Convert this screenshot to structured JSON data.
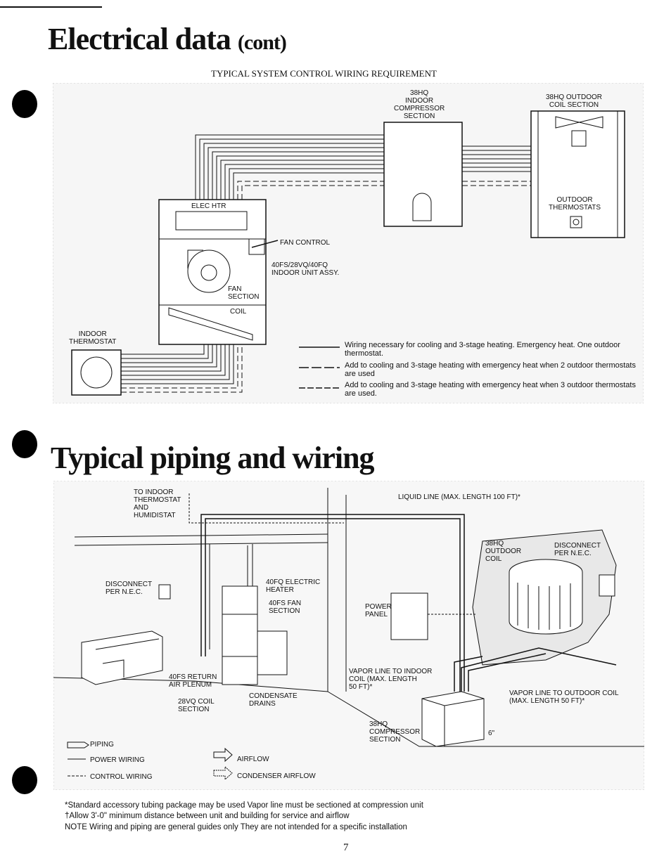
{
  "page": {
    "section1_title": "Electrical data",
    "section1_title_suffix": "(cont)",
    "section1_subtitle": "TYPICAL SYSTEM CONTROL WIRING REQUIREMENT",
    "section2_title": "Typical piping and wiring",
    "page_number": "7"
  },
  "wiring_diagram": {
    "compressor_label": "38HQ\nINDOOR\nCOMPRESSOR\nSECTION",
    "outdoor_coil_label": "38HQ OUTDOOR\nCOIL SECTION",
    "outdoor_thermostats": "OUTDOOR\nTHERMOSTATS",
    "elec_htr": "ELEC HTR",
    "fan_control": "FAN CONTROL",
    "indoor_unit": "40FS/28VQ/40FQ\nINDOOR UNIT ASSY.",
    "fan_section": "FAN\nSECTION",
    "coil": "COIL",
    "indoor_thermostat": "INDOOR\nTHERMOSTAT",
    "legend": [
      "Wiring necessary for cooling and 3-stage heating. Emergency heat. One outdoor thermostat.",
      "Add to cooling and 3-stage heating with emergency heat when 2 outdoor thermostats are used",
      "Add to cooling and 3-stage heating with emergency heat when 3 outdoor thermostats are used."
    ]
  },
  "piping_diagram": {
    "to_indoor": "TO INDOOR\nTHERMOSTAT\nAND\nHUMIDISTAT",
    "liquid_line": "LIQUID LINE (MAX. LENGTH 100 FT)*",
    "outdoor_coil": "38HQ\nOUTDOOR\nCOIL",
    "disconnect_right": "DISCONNECT\nPER N.E.C.",
    "disconnect_left": "DISCONNECT\nPER N.E.C.",
    "electric_heater": "40FQ ELECTRIC\nHEATER",
    "fan_section": "40FS FAN\nSECTION",
    "power_panel": "POWER\nPANEL",
    "return_plenum": "40FS RETURN\nAIR PLENUM",
    "coil_section": "28VQ COIL\nSECTION",
    "condensate": "CONDENSATE\nDRAINS",
    "vapor_indoor": "VAPOR LINE TO INDOOR\nCOIL (MAX. LENGTH\n50 FT)*",
    "vapor_outdoor": "VAPOR LINE TO OUTDOOR COIL\n(MAX. LENGTH 50 FT)*",
    "compressor": "38HQ\nCOMPRESSOR\nSECTION",
    "dimension": "6\"",
    "legend_piping": "PIPING",
    "legend_power": "POWER WIRING",
    "legend_control": "CONTROL WIRING",
    "legend_airflow": "AIRFLOW",
    "legend_condenser": "CONDENSER AIRFLOW"
  },
  "footnotes": {
    "line1": "*Standard accessory tubing package may be used  Vapor line must be sectioned at compression unit",
    "line2": "†Allow 3'-0\" minimum distance between unit and building for service and airflow",
    "line3": "NOTE  Wiring and piping are general guides only  They are not intended for a specific installation"
  }
}
